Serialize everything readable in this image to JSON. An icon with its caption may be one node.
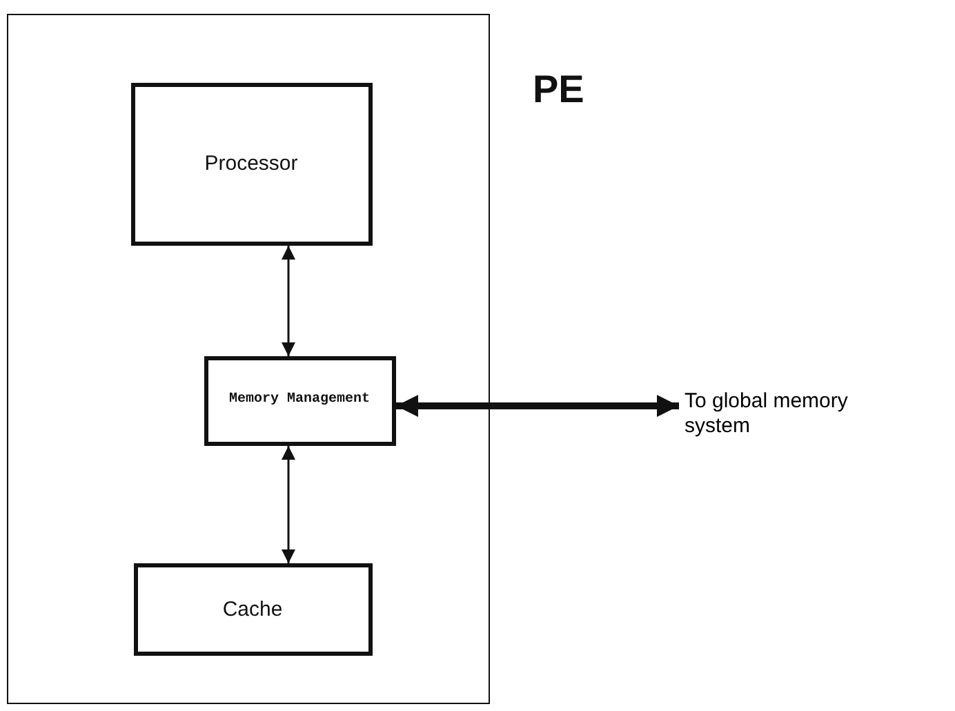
{
  "diagram": {
    "nodes": [
      {
        "text": [
          "PE"
        ]
      },
      {
        "text": [
          "Processor"
        ],
        "in": 0
      },
      {
        "text": [
          "Memory Management"
        ],
        "in": 0
      },
      {
        "text": [
          "Cache"
        ],
        "in": 0
      },
      {
        "text": [
          "To global memory system"
        ]
      }
    ],
    "edges": [
      {
        "from": 1,
        "to": 2,
        "arrow": "both"
      },
      {
        "from": 2,
        "to": 3,
        "arrow": "both"
      },
      {
        "from": 2,
        "to": 4,
        "arrow": "both",
        "style": "thick"
      }
    ]
  }
}
